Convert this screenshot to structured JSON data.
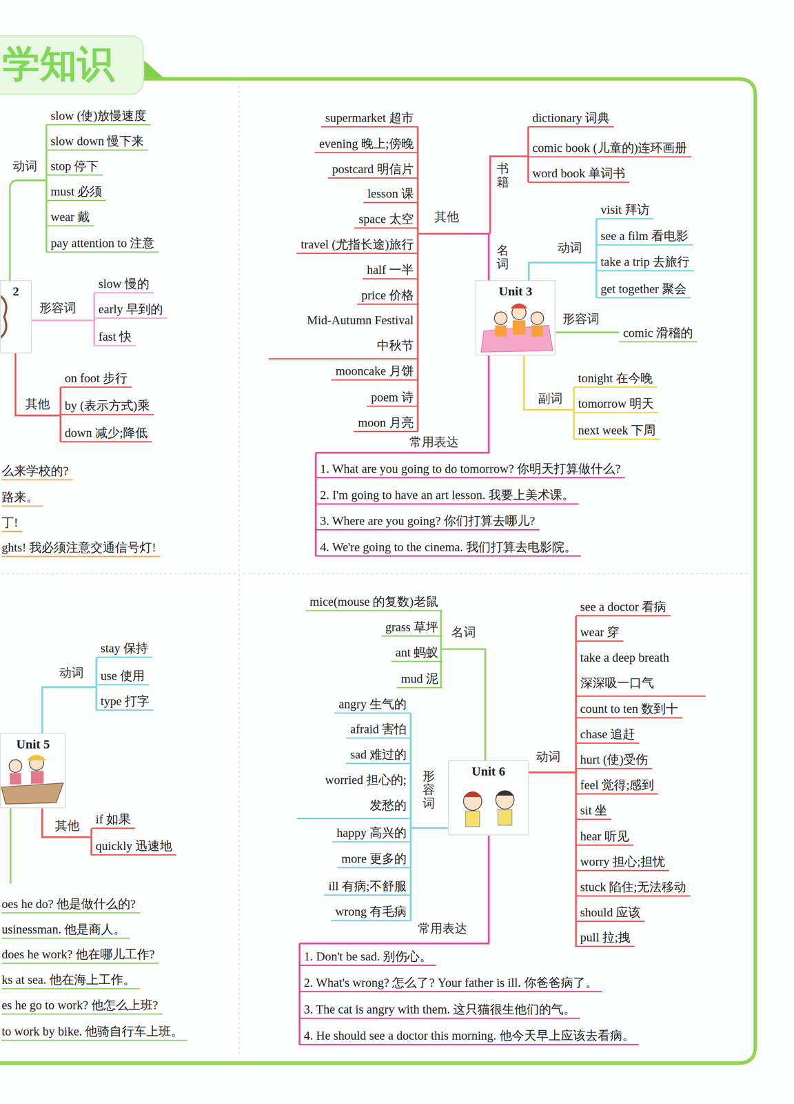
{
  "diagram": {
    "title": "学知识",
    "nodes": [
      {
        "text": [
          "2"
        ]
      },
      {
        "text": [
          "Unit 3"
        ]
      },
      {
        "text": [
          "Unit 5"
        ]
      },
      {
        "text": [
          "Unit 6"
        ]
      }
    ],
    "labels": [
      "动词",
      "slow (使)放慢速度",
      "slow down 慢下来",
      "stop 停下",
      "must 必须",
      "wear 戴",
      "pay attention to 注意",
      "形容词",
      "slow 慢的",
      "early 早到的",
      "fast 快",
      "其他",
      "on foot 步行",
      "by (表示方式)乘",
      "down 减少;降低",
      "么来学校的?",
      "路来。",
      "丁!",
      "ghts! 我必须注意交通信号灯!",
      "其他",
      "supermarket 超市",
      "evening 晚上;傍晚",
      "postcard 明信片",
      "lesson 课",
      "space 太空",
      "travel (尤指长途)旅行",
      "half 一半",
      "price 价格",
      "Mid-Autumn Festival 中秋节",
      "mooncake 月饼",
      "poem 诗",
      "moon 月亮",
      "书籍",
      "dictionary 词典",
      "comic book (儿童的)连环画册",
      "word book 单词书",
      "名词",
      "动词",
      "visit 拜访",
      "see a film 看电影",
      "take a trip 去旅行",
      "get together 聚会",
      "形容词",
      "comic 滑稽的",
      "副词",
      "tonight 在今晚",
      "tomorrow 明天",
      "next week 下周",
      "常用表达",
      "1. What are you going to do tomorrow? 你明天打算做什么?",
      "2. I'm going to have an art lesson. 我要上美术课。",
      "3. Where are you going? 你们打算去哪儿?",
      "4. We're going to the cinema. 我们打算去电影院。",
      "动词",
      "stay 保持",
      "use 使用",
      "type 打字",
      "其他",
      "if 如果",
      "quickly 迅速地",
      "oes he do? 他是做什么的?",
      "usinessman. 他是商人。",
      "does he work? 他在哪儿工作?",
      "ks at sea. 他在海上工作。",
      "es he go to work? 他怎么上班?",
      "to work by bike. 他骑自行车上班。",
      "名词",
      "mice(mouse 的复数)老鼠",
      "grass 草坪",
      "ant 蚂蚁",
      "mud 泥",
      "形容词",
      "angry 生气的",
      "afraid 害怕",
      "sad 难过的",
      "worried 担心的;发愁的",
      "happy 高兴的",
      "more 更多的",
      "ill 有病;不舒服",
      "wrong 有毛病",
      "动词",
      "see a doctor 看病",
      "wear 穿",
      "take a deep breath 深深吸一口气",
      "count to ten 数到十",
      "chase 追赶",
      "hurt (使)受伤",
      "feel 觉得;感到",
      "sit 坐",
      "hear 听见",
      "worry 担心;担忧",
      "stuck 陷住;无法移动",
      "should 应该",
      "pull 拉;拽",
      "常用表达",
      "1. Don't be sad. 别伤心。",
      "2. What's wrong? 怎么了? Your father is ill. 你爸爸病了。",
      "3. The cat is angry with them. 这只猫很生他们的气。",
      "4. He should see a doctor this morning. 他今天早上应该去看病。"
    ]
  }
}
